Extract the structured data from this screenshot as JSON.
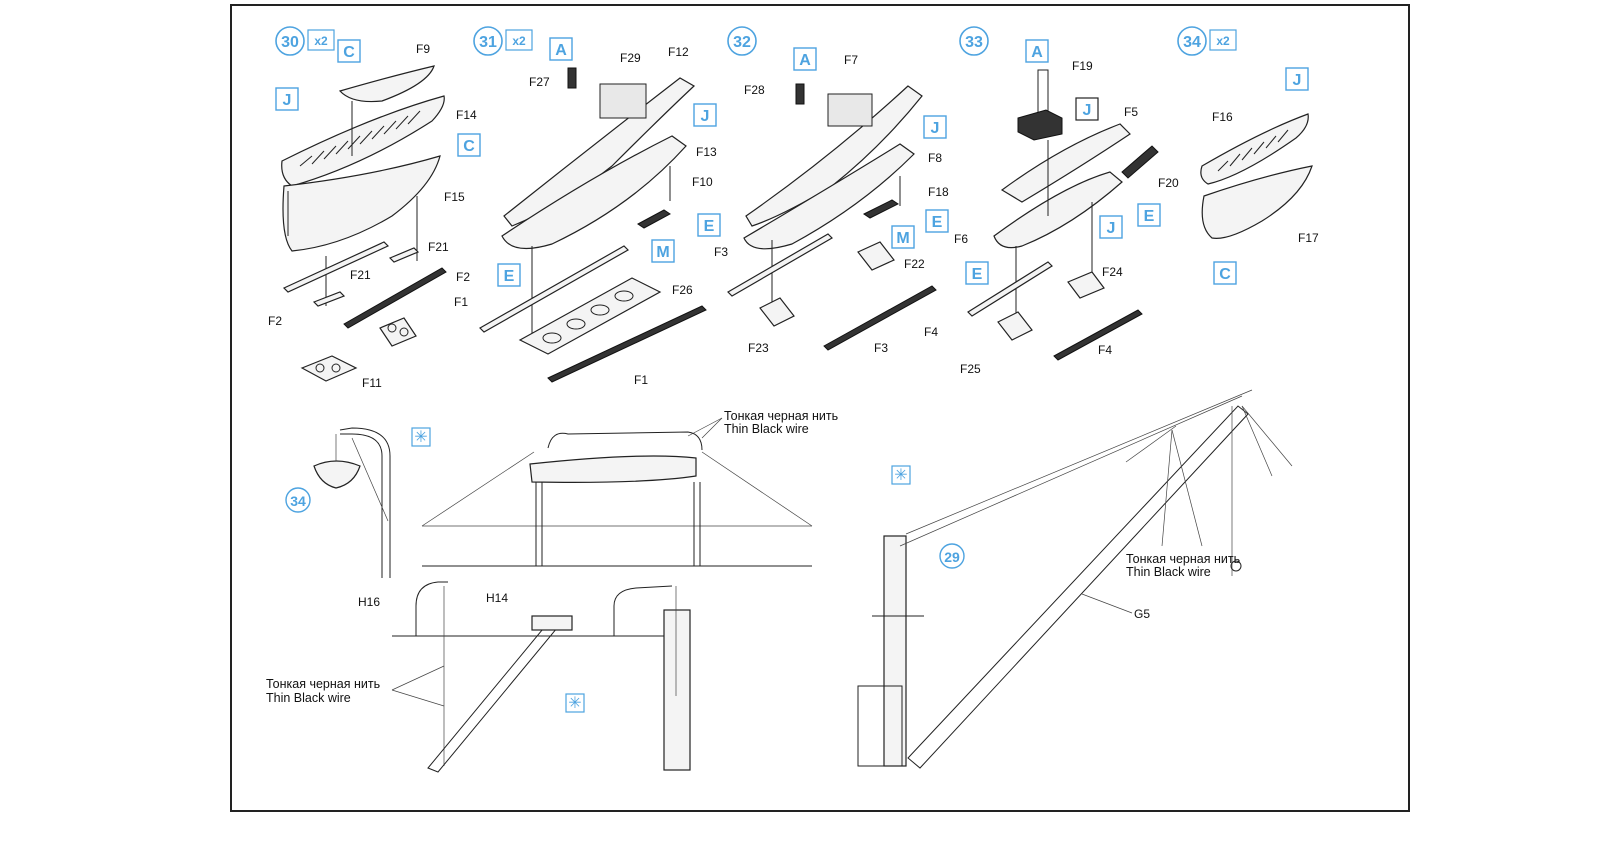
{
  "steps": [
    {
      "number": "30",
      "qty": "x2"
    },
    {
      "number": "31",
      "qty": "x2"
    },
    {
      "number": "32",
      "qty": ""
    },
    {
      "number": "33",
      "qty": ""
    },
    {
      "number": "34",
      "qty": "x2"
    }
  ],
  "refs": {
    "A": "A",
    "C": "C",
    "E": "E",
    "J": "J",
    "M": "M"
  },
  "parts": {
    "F1": "F1",
    "F2": "F2",
    "F3": "F3",
    "F4": "F4",
    "F5": "F5",
    "F6": "F6",
    "F7": "F7",
    "F8": "F8",
    "F9": "F9",
    "F10": "F10",
    "F11": "F11",
    "F12": "F12",
    "F13": "F13",
    "F14": "F14",
    "F15": "F15",
    "F16": "F16",
    "F17": "F17",
    "F18": "F18",
    "F19": "F19",
    "F20": "F20",
    "F21": "F21",
    "F22": "F22",
    "F23": "F23",
    "F24": "F24",
    "F25": "F25",
    "F26": "F26",
    "F27": "F27",
    "F28": "F28",
    "F29": "F29",
    "G5": "G5",
    "H14": "H14",
    "H16": "H16"
  },
  "callouts": {
    "boat": "34",
    "crane": "29"
  },
  "notes": {
    "wire_ru": "Тонкая черная нить",
    "wire_en": "Thin Black wire"
  },
  "symbols": {
    "detail_mark": "asterisk-box-icon"
  },
  "colors": {
    "accent": "#4da3e0",
    "line": "#222222"
  }
}
